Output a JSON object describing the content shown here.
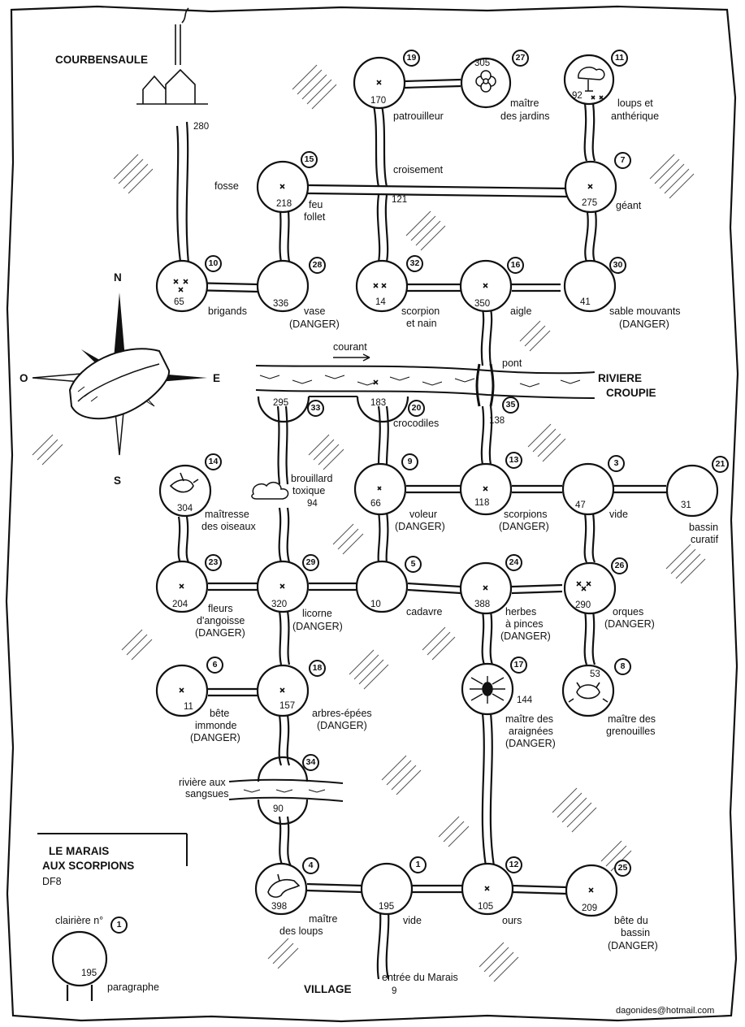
{
  "title": {
    "line1": "LE MARAIS",
    "line2": "AUX SCORPIONS",
    "code": "DF8"
  },
  "places": {
    "town": "COURBENSAULE",
    "village": "VILLAGE",
    "entree": "entrée du Marais",
    "entree_num": "9"
  },
  "river": {
    "name_line1": "RIVIERE",
    "name_line2": "CROUPIE",
    "current": "courant",
    "bridge": "pont"
  },
  "leeches": {
    "line1": "rivière aux",
    "line2": "sangsues"
  },
  "compass": {
    "n": "N",
    "s": "S",
    "e": "E",
    "o": "O"
  },
  "legend": {
    "caption": "clairière n°",
    "badge": "1",
    "num": "195",
    "label": "paragraphe"
  },
  "credit": "dagonides@hotmail.com",
  "standalone_numbers": {
    "n280": "280",
    "n121": "121",
    "n138": "138",
    "n9": "9"
  },
  "clearings": [
    {
      "id": "19",
      "num": "170",
      "l1": "patrouilleur",
      "l2": "",
      "l3": ""
    },
    {
      "id": "27",
      "num": "305",
      "l1": "maître",
      "l2": "des jardins",
      "l3": ""
    },
    {
      "id": "11",
      "num": "92",
      "l1": "loups et",
      "l2": "anthérique",
      "l3": ""
    },
    {
      "id": "15",
      "num": "218",
      "l1": "fosse",
      "l2": "feu",
      "l3": "follet"
    },
    {
      "id": "7",
      "num": "275",
      "l1": "géant",
      "l2": "",
      "l3": ""
    },
    {
      "id": "10",
      "num": "65",
      "l1": "brigands",
      "l2": "",
      "l3": ""
    },
    {
      "id": "28",
      "num": "336",
      "l1": "vase",
      "l2": "(DANGER)",
      "l3": ""
    },
    {
      "id": "32",
      "num": "14",
      "l1": "scorpion",
      "l2": "et nain",
      "l3": ""
    },
    {
      "id": "16",
      "num": "350",
      "l1": "aigle",
      "l2": "",
      "l3": ""
    },
    {
      "id": "30",
      "num": "41",
      "l1": "sable mouvants",
      "l2": "(DANGER)",
      "l3": ""
    },
    {
      "id": "33",
      "num": "295",
      "l1": "",
      "l2": "",
      "l3": ""
    },
    {
      "id": "20",
      "num": "183",
      "l1": "crocodiles",
      "l2": "",
      "l3": ""
    },
    {
      "id": "35",
      "num": "",
      "l1": "",
      "l2": "",
      "l3": ""
    },
    {
      "id": "14",
      "num": "304",
      "l1": "maîtresse",
      "l2": "des oiseaux",
      "l3": ""
    },
    {
      "id": "9",
      "num": "66",
      "l1": "voleur",
      "l2": "(DANGER)",
      "l3": ""
    },
    {
      "id": "13",
      "num": "118",
      "l1": "scorpions",
      "l2": "(DANGER)",
      "l3": ""
    },
    {
      "id": "3",
      "num": "47",
      "l1": "vide",
      "l2": "",
      "l3": ""
    },
    {
      "id": "21",
      "num": "31",
      "l1": "bassin",
      "l2": "curatif",
      "l3": ""
    },
    {
      "id": "23",
      "num": "204",
      "l1": "fleurs",
      "l2": "d'angoisse",
      "l3": "(DANGER)"
    },
    {
      "id": "29",
      "num": "320",
      "l1": "licorne",
      "l2": "(DANGER)",
      "l3": ""
    },
    {
      "id": "5",
      "num": "10",
      "l1": "cadavre",
      "l2": "",
      "l3": ""
    },
    {
      "id": "24",
      "num": "388",
      "l1": "herbes",
      "l2": "à pinces",
      "l3": "(DANGER)"
    },
    {
      "id": "26",
      "num": "290",
      "l1": "orques",
      "l2": "(DANGER)",
      "l3": ""
    },
    {
      "id": "6",
      "num": "11",
      "l1": "bête",
      "l2": "immonde",
      "l3": "(DANGER)"
    },
    {
      "id": "18",
      "num": "157",
      "l1": "arbres-épées",
      "l2": "(DANGER)",
      "l3": ""
    },
    {
      "id": "17",
      "num": "144",
      "l1": "maître des",
      "l2": "araignées",
      "l3": "(DANGER)"
    },
    {
      "id": "8",
      "num": "53",
      "l1": "maître des",
      "l2": "grenouilles",
      "l3": ""
    },
    {
      "id": "34",
      "num": "90",
      "l1": "",
      "l2": "",
      "l3": ""
    },
    {
      "id": "4",
      "num": "398",
      "l1": "maître",
      "l2": "des loups",
      "l3": ""
    },
    {
      "id": "1",
      "num": "195",
      "l1": "vide",
      "l2": "",
      "l3": ""
    },
    {
      "id": "12",
      "num": "105",
      "l1": "ours",
      "l2": "",
      "l3": ""
    },
    {
      "id": "25",
      "num": "209",
      "l1": "bête du",
      "l2": "bassin",
      "l3": "(DANGER)"
    }
  ],
  "other_labels": {
    "croisement": "croisement",
    "brouillard1": "brouillard",
    "brouillard2": "toxique",
    "n94": "94"
  }
}
